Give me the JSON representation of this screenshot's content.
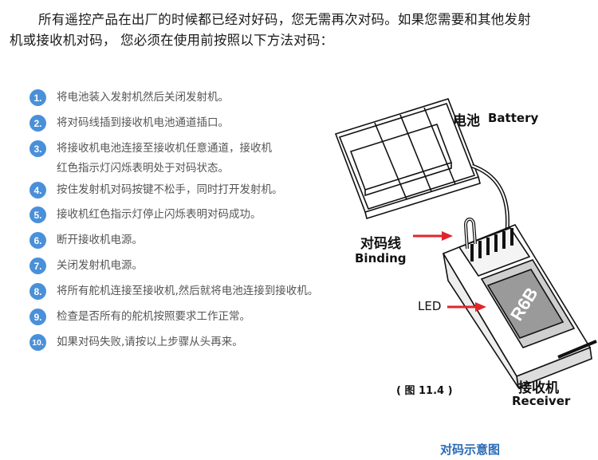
{
  "intro": {
    "line1": "所有遥控产品在出厂的时候都已经对好码，您无需再次对码。如果您需要和其他发射",
    "line2": "机或接收机对码，  您必须在使用前按照以下方法对码："
  },
  "steps": [
    {
      "num": "1.",
      "text": "将电池装入发射机然后关闭发射机。"
    },
    {
      "num": "2.",
      "text": "将对码线插到接收机电池通道插口。"
    },
    {
      "num": "3.",
      "text": "将接收机电池连接至接收机任意通道，接收机",
      "text2": "红色指示灯闪烁表明处于对码状态。"
    },
    {
      "num": "4.",
      "text": "按住发射机对码按键不松手，同时打开发射机。"
    },
    {
      "num": "5.",
      "text": "接收机红色指示灯停止闪烁表明对码成功。"
    },
    {
      "num": "6.",
      "text": "断开接收机电源。"
    },
    {
      "num": "7.",
      "text": "关闭发射机电源。"
    },
    {
      "num": "8.",
      "text": "将所有舵机连接至接收机,然后就将电池连接到接收机。"
    },
    {
      "num": "9.",
      "text": "检查是否所有的舵机按照要求工作正常。"
    },
    {
      "num": "10.",
      "text": "如果对码失败,请按以上步骤从头再来。"
    }
  ],
  "figure": {
    "battery_cn": "电池",
    "battery_en": "Battery",
    "binding_cn": "对码线",
    "binding_en": "Binding",
    "led": "LED",
    "receiver_cn": "接收机",
    "receiver_en": "Receiver",
    "figure_number": "( 图 11.4 )",
    "caption": "对码示意图",
    "receiver_sticker": "R6B"
  },
  "colors": {
    "step_badge": "#4a90d9",
    "arrow": "#e0262b",
    "caption": "#2a6ab5"
  }
}
